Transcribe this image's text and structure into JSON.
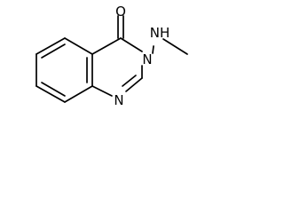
{
  "molecule": {
    "atoms": {
      "O": "O",
      "N3": "N",
      "NH": "NH",
      "N1": "N"
    }
  }
}
